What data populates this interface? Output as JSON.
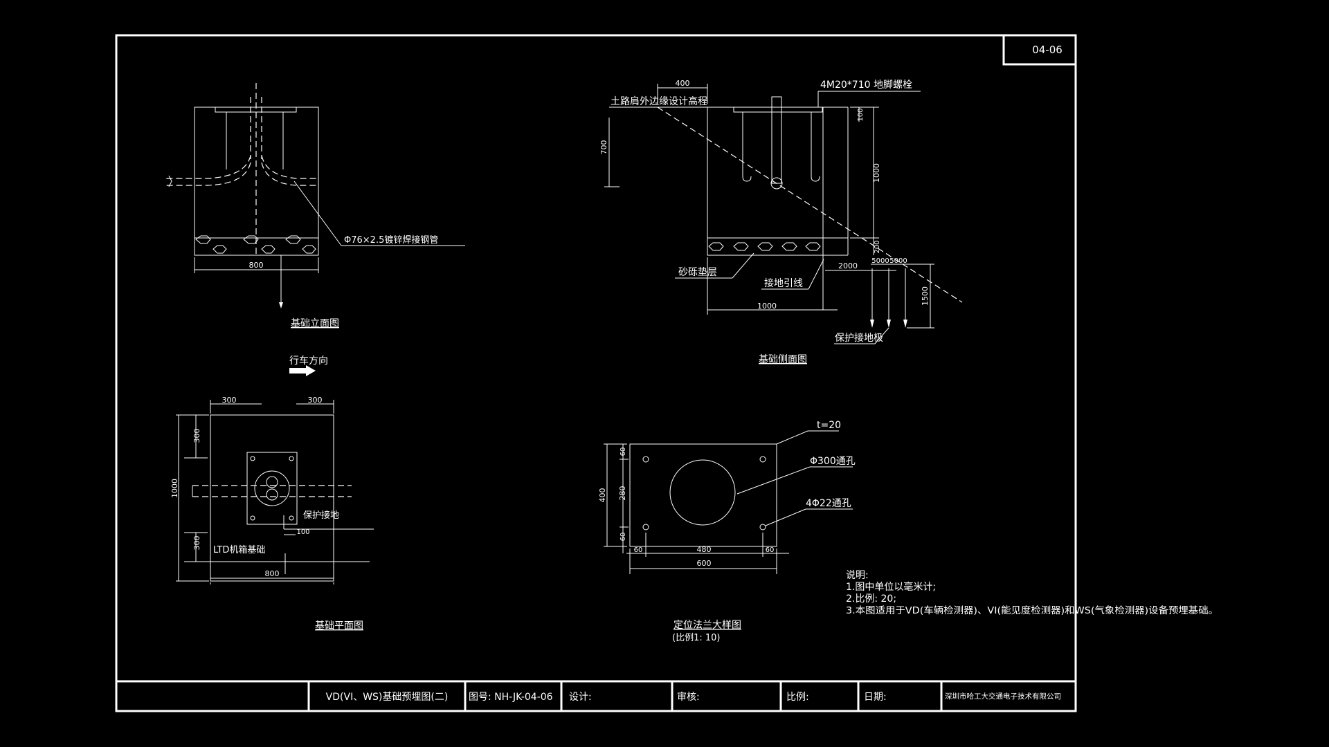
{
  "sheet_number": "04-06",
  "labels": {
    "elev_pipe": "Φ76×2.5镀锌焊接钢管",
    "elev_width": "800",
    "elev_title": "基础立面图",
    "traffic_dir": "行车方向",
    "plan_dim_300_top_left": "300",
    "plan_dim_300_top_right": "300",
    "plan_dim_300_left_top": "300",
    "plan_dim_300_left_bottom": "300",
    "plan_dim_1000": "1000",
    "plan_dim_100": "100",
    "plan_dim_800": "800",
    "plan_ground": "保护接地",
    "plan_ltd": "LTD机箱基础",
    "plan_title": "基础平面图",
    "side_dim_400": "400",
    "side_bolts": "4M20*710 地脚螺栓",
    "side_road": "土路肩外边缘设计高程",
    "side_dim_700": "700",
    "side_dim_100": "100",
    "side_dim_1000v": "1000",
    "side_dim_200": "200",
    "side_dim_2000": "2000",
    "side_dim_5000a": "5000",
    "side_dim_5000b": "5000",
    "side_dim_1500": "1500",
    "side_dim_1000h": "1000",
    "side_gravel": "砂砾垫层",
    "side_lead": "接地引线",
    "side_electrode": "保护接地极",
    "side_title": "基础侧面图",
    "flange_t": "t=20",
    "flange_hole300": "Φ300通孔",
    "flange_hole22": "4Φ22通孔",
    "flange_dim_60_top": "60",
    "flange_dim_280": "280",
    "flange_dim_60_bot": "60",
    "flange_dim_400": "400",
    "flange_dim_60_left": "60",
    "flange_dim_480": "480",
    "flange_dim_60_right": "60",
    "flange_dim_600": "600",
    "flange_title": "定位法兰大样图",
    "flange_scale": "(比例1: 10)"
  },
  "notes": {
    "heading": "说明:",
    "items": [
      "1.图中单位以毫米计;",
      "2.比例: 20;",
      "3.本图适用于VD(车辆检测器)、VI(能见度检测器)和WS(气象检测器)设备预埋基础。"
    ]
  },
  "title_block": {
    "drawing_name": "VD(VI、WS)基础预埋图(二)",
    "drawing_no": "图号: NH-JK-04-06",
    "design": "设计:",
    "review": "审核:",
    "scale": "比例:",
    "date": "日期:",
    "company": "深圳市哈工大交通电子技术有限公司"
  }
}
